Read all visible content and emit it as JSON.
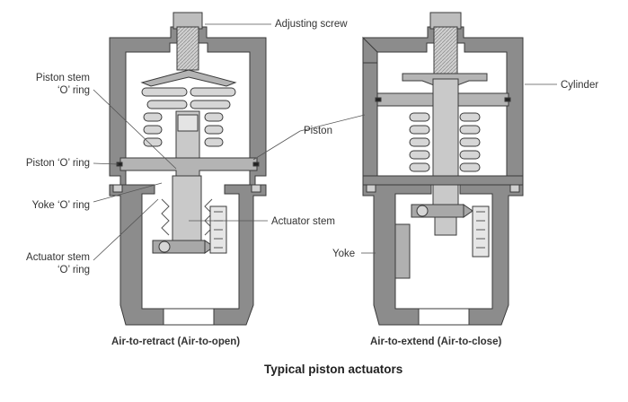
{
  "diagram": {
    "title": "Typical piston actuators",
    "left_caption": "Air-to-retract (Air-to-open)",
    "right_caption": "Air-to-extend (Air-to-close)",
    "labels": {
      "adjusting_screw": "Adjusting screw",
      "piston_stem_o_ring_1": "Piston stem",
      "piston_stem_o_ring_2": "‘O’ ring",
      "piston_o_ring": "Piston ‘O’ ring",
      "yoke_o_ring": "Yoke ‘O’ ring",
      "actuator_stem_o_ring_1": "Actuator stem",
      "actuator_stem_o_ring_2": "‘O’ ring",
      "piston": "Piston",
      "actuator_stem": "Actuator stem",
      "cylinder": "Cylinder",
      "yoke": "Yoke"
    },
    "colors": {
      "body_fill": "#8c8c8c",
      "body_stroke": "#3a3a3a",
      "part_fill": "#b4b4b4",
      "light_fill": "#d6d6d6",
      "white": "#ffffff",
      "leader": "#555555"
    }
  }
}
